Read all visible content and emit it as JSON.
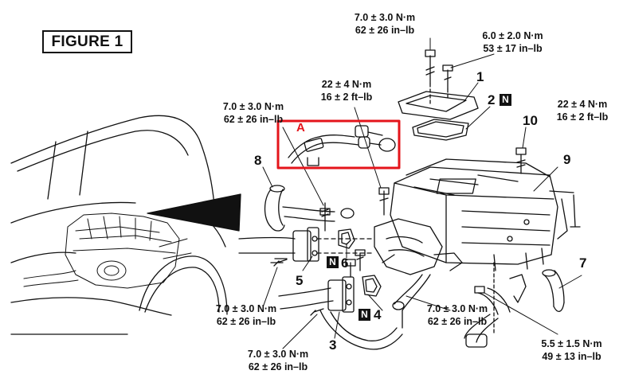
{
  "figure_title": "FIGURE 1",
  "detail_label": "A",
  "n_mark": "N",
  "callouts": {
    "c1": "1",
    "c2": "2",
    "c3": "3",
    "c4": "4",
    "c5": "5",
    "c6": "6",
    "c7": "7",
    "c8": "8",
    "c9": "9",
    "c10": "10"
  },
  "torques": {
    "t_top": {
      "metric": "7.0 ± 3.0 N·m",
      "imperial": "62 ± 26 in–lb"
    },
    "t_topright": {
      "metric": "6.0 ± 2.0 N·m",
      "imperial": "53 ± 17 in–lb"
    },
    "t_mid": {
      "metric": "22 ± 4 N·m",
      "imperial": "16 ± 2 ft–lb"
    },
    "t_left": {
      "metric": "7.0 ± 3.0 N·m",
      "imperial": "62 ± 26 in–lb"
    },
    "t_right": {
      "metric": "22 ± 4 N·m",
      "imperial": "16 ± 2 ft–lb"
    },
    "t_lowleft": {
      "metric": "7.0 ± 3.0 N·m",
      "imperial": "62 ± 26 in–lb"
    },
    "t_bottom": {
      "metric": "7.0 ± 3.0 N·m",
      "imperial": "62 ± 26 in–lb"
    },
    "t_lowmid": {
      "metric": "7.0 ± 3.0 N·m",
      "imperial": "62 ± 26 in–lb"
    },
    "t_lowright": {
      "metric": "5.5 ± 1.5 N·m",
      "imperial": "49 ± 13 in–lb"
    }
  },
  "colors": {
    "detail_box": "#e4141b",
    "line": "#111111"
  }
}
